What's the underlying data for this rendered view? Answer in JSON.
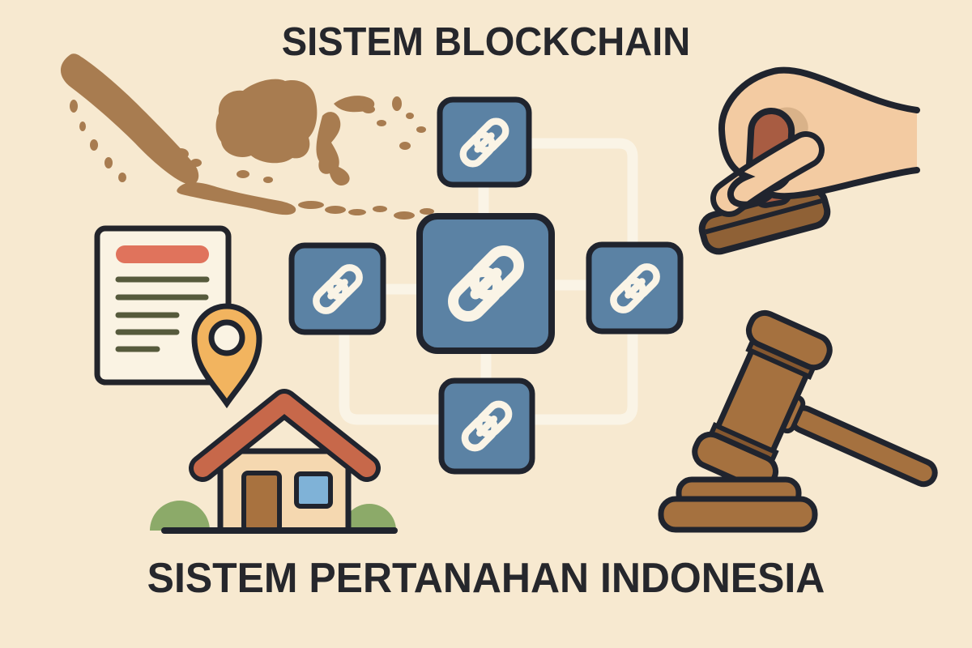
{
  "title": "SISTEM BLOCKCHAIN",
  "subtitle": "SISTEM PERTANAHAN INDONESIA",
  "colors": {
    "background": "#f7e9d0",
    "text": "#26272c",
    "node_blue": "#5b82a4",
    "outline": "#20242e",
    "connector_white": "#faf4e6",
    "map_brown": "#a87c50",
    "paper": "#faf3e3",
    "document_title_bar": "#e0735c",
    "document_lines": "#565a3c",
    "pin_orange": "#f2b45f",
    "house_body": "#f5d8b0",
    "roof_terracotta": "#c7684a",
    "door_brown": "#a8723f",
    "window_blue": "#7fb2d7",
    "bush_green": "#8caa69",
    "skin": "#f3cba2",
    "skin_shadow": "#d9b289",
    "stamp_knob": "#a85c42",
    "stamp_base": "#8f6136",
    "gavel_brown": "#a5713f",
    "gavel_band": "#85572f"
  },
  "blockchain": {
    "nodes": [
      {
        "id": "top",
        "icon": "chain-link-icon"
      },
      {
        "id": "left",
        "icon": "chain-link-icon"
      },
      {
        "id": "center",
        "icon": "chain-link-icon"
      },
      {
        "id": "right",
        "icon": "chain-link-icon"
      },
      {
        "id": "bottom",
        "icon": "chain-link-icon"
      }
    ],
    "connections": "center-to-top, center-to-left, center-to-right, center-to-bottom, outer-ring"
  },
  "illustrations": [
    {
      "name": "indonesia-map"
    },
    {
      "name": "land-certificate-document",
      "icon": "location-pin-icon"
    },
    {
      "name": "house-icon"
    },
    {
      "name": "hand-stamp-icon"
    },
    {
      "name": "gavel-icon"
    }
  ]
}
